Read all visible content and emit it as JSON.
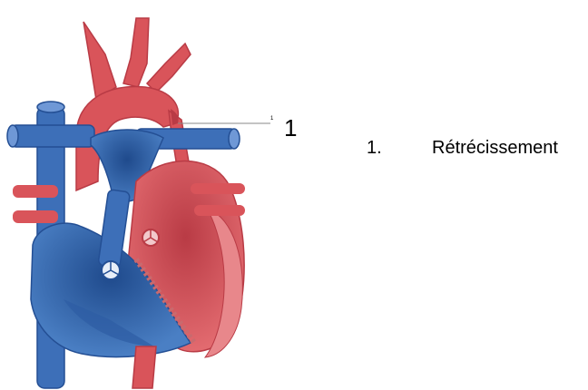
{
  "callout": {
    "number": "1",
    "small_number": "1"
  },
  "legend": [
    {
      "number": "1.",
      "label": "Rétrécissement"
    }
  ],
  "colors": {
    "oxygenated": "#d9545a",
    "oxygenated_dark": "#b93b45",
    "deoxygenated": "#3d6fb8",
    "deoxygenated_dark": "#244f94",
    "leader_line": "#888888"
  },
  "icons": [
    "heart-illustration"
  ]
}
